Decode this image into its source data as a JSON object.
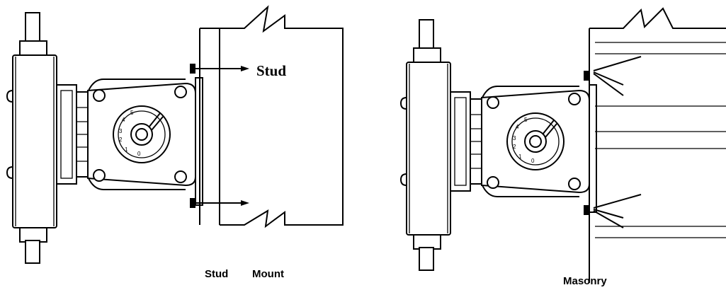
{
  "labels": {
    "stud_callout": "Stud",
    "caption_left_a": "Stud",
    "caption_left_b": "Mount",
    "caption_right": "Masonry"
  },
  "dial_marks": [
    "0",
    "1",
    "2",
    "3",
    "4",
    "5"
  ]
}
